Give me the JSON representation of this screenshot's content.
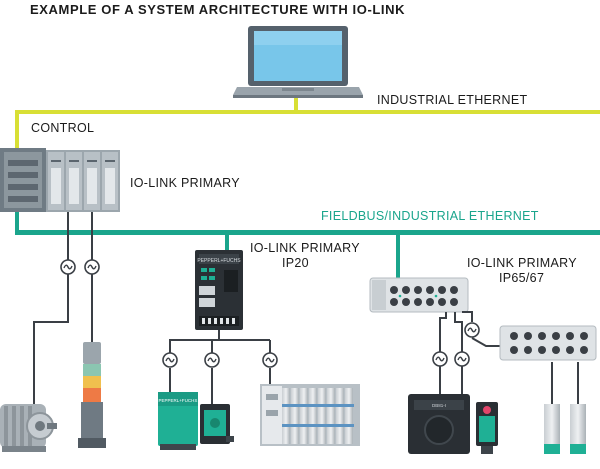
{
  "title": "EXAMPLE OF A SYSTEM ARCHITECTURE WITH IO-LINK",
  "labels": {
    "industrial_ethernet": "INDUSTRIAL ETHERNET",
    "control": "CONTROL",
    "io_link_primary": "IO-LINK PRIMARY",
    "fieldbus": "FIELDBUS/INDUSTRIAL ETHERNET",
    "primary_ip20_line1": "IO-LINK PRIMARY",
    "primary_ip20_line2": "IP20",
    "primary_ip6567_line1": "IO-LINK PRIMARY",
    "primary_ip6567_line2": "IP65/67"
  },
  "device_text": {
    "ip20_brand": "PEPPERL+FUCHS",
    "sensor_brand": "PEPPERL+FUCHS",
    "module_label": "DB81-I"
  },
  "colors": {
    "industrial_ethernet": "#d8df35",
    "fieldbus": "#1aa58c",
    "cable": "#3a3f45",
    "plc": "#8c979e",
    "sensor_green": "#1fb095"
  }
}
